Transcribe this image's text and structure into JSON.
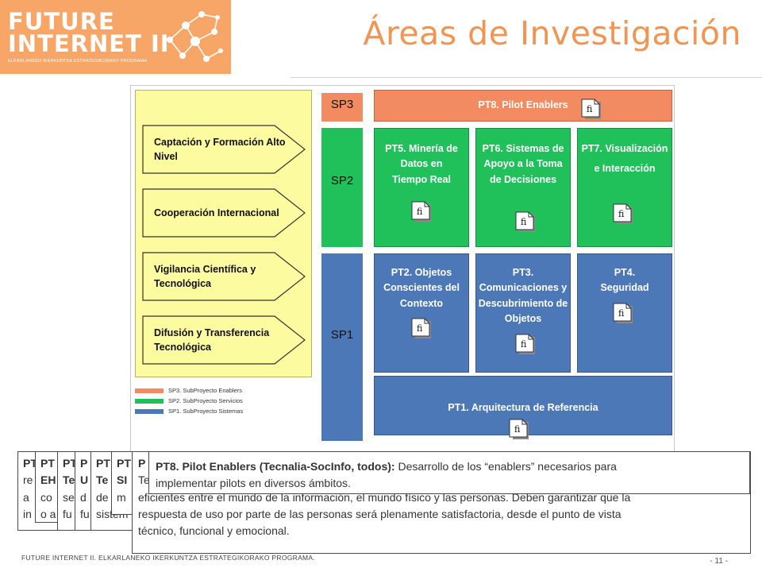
{
  "header": {
    "logo_line1": "FUTURE",
    "logo_line2": "INTERNET II",
    "logo_sub": "ELKARLANEKO IKERKUNTZA ESTRATEGIKORAKO PROGRAMA",
    "title": "Áreas de Investigación"
  },
  "colors": {
    "orange": "#f38b62",
    "green": "#20c05a",
    "blue": "#4d78b8",
    "yellow": "#fdfba0",
    "title": "#f39552"
  },
  "diagram": {
    "arrows": [
      "Captación y Formación Alto Nivel",
      "Cooperación Internacional",
      "Vigilancia Científica y Tecnológica",
      "Difusión y Transferencia Tecnológica"
    ],
    "sp_labels": {
      "sp3": "SP3",
      "sp2": "SP2",
      "sp1": "SP1"
    },
    "boxes": {
      "pt8": "PT8. Pilot Enablers",
      "pt5": "PT5. Minería de Datos en Tiempo Real",
      "pt6": "PT6. Sistemas de Apoyo a la Toma de Decisiones",
      "pt7a": "PT7. Visualización",
      "pt7b": "e Interacción",
      "pt2": "PT2. Objetos Conscientes del Contexto",
      "pt3": "PT3. Comunicaciones y Descubrimiento de Objetos",
      "pt4": "PT4. Seguridad",
      "pt1": "PT1. Arquitectura de Referencia"
    },
    "legend": [
      {
        "label": "SP3. SubProyecto Enablers",
        "color": "#f38b62"
      },
      {
        "label": "SP2. SubProyecto Servicios",
        "color": "#20c05a"
      },
      {
        "label": "SP1. SubProyecto Sistemas",
        "color": "#4d78b8"
      }
    ],
    "doc_icon": "document-icon"
  },
  "cards": {
    "c1": {
      "bold": "PT",
      "lines": [
        "re",
        "a",
        "in"
      ]
    },
    "c2": {
      "bold": "PT",
      "bold2": "EH",
      "lines": [
        "co",
        "o a"
      ]
    },
    "c3": {
      "bold": "PT",
      "bold2": "Te",
      "lines": [
        "se",
        "fu"
      ]
    },
    "c4": {
      "bold": "P",
      "bold2": "U",
      "lines": [
        "d",
        "fu"
      ]
    },
    "c5": {
      "bold": "PT",
      "bold2": "Te",
      "lines": [
        "de",
        "sistem"
      ]
    },
    "c6": {
      "bold": "PT",
      "bold2": "SI",
      "lines": [
        "m"
      ]
    },
    "big": {
      "line1": "P",
      "line2": "Te",
      "line3": "eficientes entre el mundo de la información, el mundo físico y las personas. Deben garantizar que la",
      "line4": "respuesta de uso por parte de las personas será plenamente satisfactoria, desde el punto de vista",
      "line5": "técnico, funcional y emocional."
    },
    "top": {
      "bold": "PT8. Pilot Enablers (Tecnalia-SocInfo, todos):",
      "text1": " Desarrollo de los “enablers” necesarios para",
      "text2": "implementar pilots en diversos ámbitos."
    }
  },
  "footer": {
    "text": "FUTURE INTERNET II. ELKARLANEKO IKERKUNTZA ESTRATEGIKORAKO PROGRAMA.",
    "page": "- 11 -"
  }
}
